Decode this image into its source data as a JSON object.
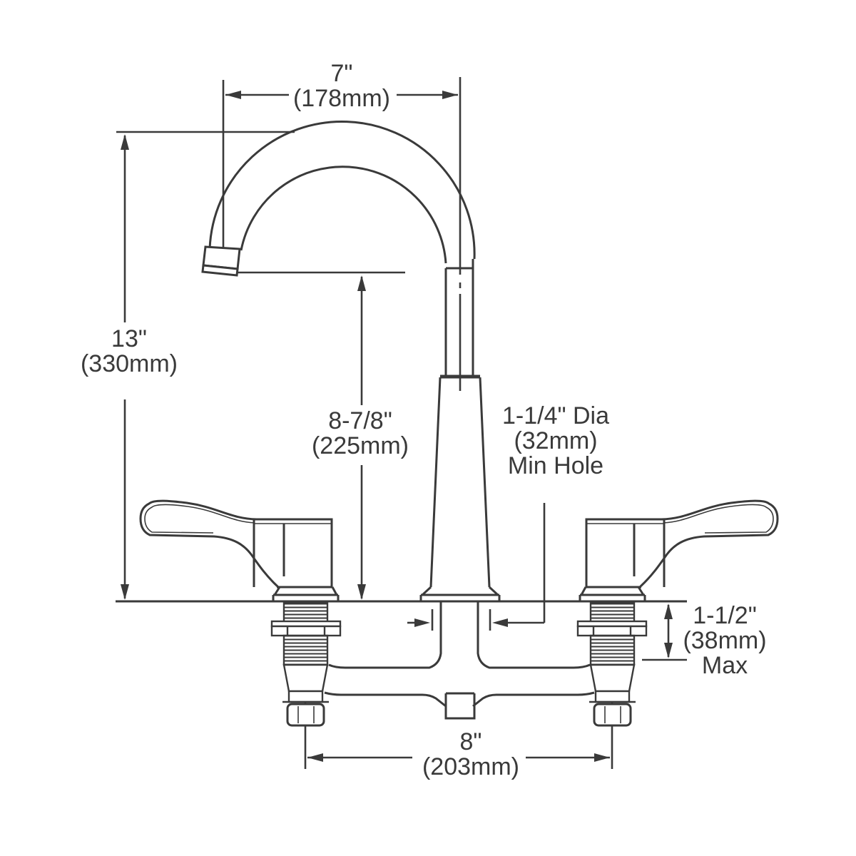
{
  "figure": {
    "kind": "technical-dimension-drawing",
    "subject": "Two-handle deck-mount gooseneck faucet, front elevation",
    "background_color": "#ffffff",
    "line_color": "#3a3a3a",
    "text_color": "#3a3a3a"
  },
  "dims": {
    "reach": {
      "line1": "7\"",
      "line2": "(178mm)"
    },
    "height": {
      "line1": "13\"",
      "line2": "(330mm)"
    },
    "spout_height": {
      "line1": "8-7/8\"",
      "line2": "(225mm)"
    },
    "min_hole": {
      "line1": "1-1/4\" Dia",
      "line2": "(32mm)",
      "line3": "Min Hole"
    },
    "deck_max": {
      "line1": "1-1/2\"",
      "line2": "(38mm)",
      "line3": "Max"
    },
    "centers": {
      "line1": "8\"",
      "line2": "(203mm)"
    }
  }
}
